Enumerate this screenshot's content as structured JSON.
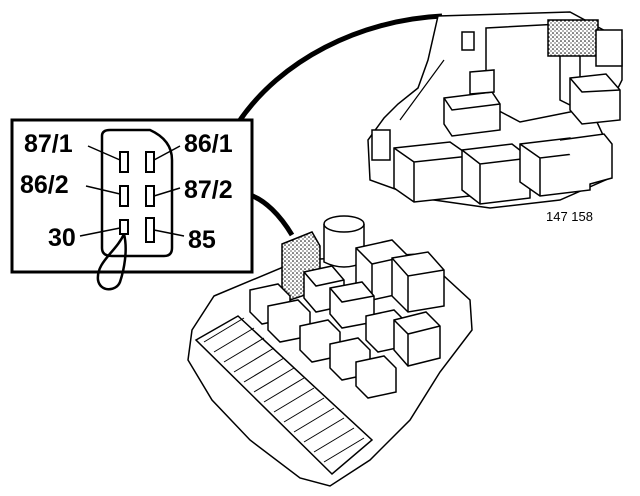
{
  "figure_number": "147 158",
  "relay_pins": {
    "top_left": "87/1",
    "top_right": "86/1",
    "middle_left": "86/2",
    "middle_right": "87/2",
    "bottom_left": "30",
    "bottom_right": "85"
  },
  "colors": {
    "ink": "#000000",
    "paper": "#ffffff"
  }
}
